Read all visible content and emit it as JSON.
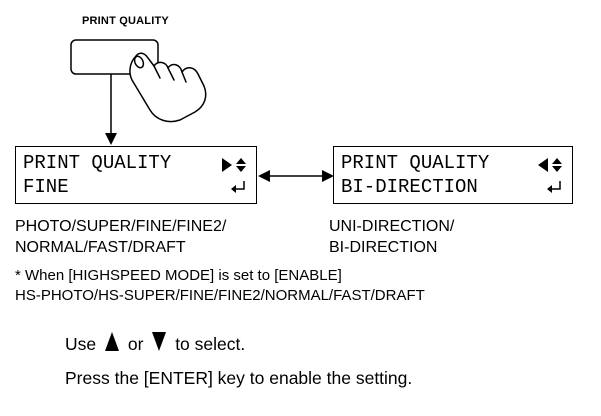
{
  "button": {
    "label": "PRINT QUALITY"
  },
  "left_display": {
    "line1": "PRINT QUALITY",
    "line2": "FINE",
    "nav_icon": "right-updown-arrows-icon",
    "enter_icon": "enter-icon"
  },
  "right_display": {
    "line1": "PRINT QUALITY",
    "line2": "BI-DIRECTION",
    "nav_icon": "left-updown-arrows-icon",
    "enter_icon": "enter-icon"
  },
  "left_options": {
    "line1": "PHOTO/SUPER/FINE/FINE2/",
    "line2": "NORMAL/FAST/DRAFT"
  },
  "right_options": {
    "line1": "UNI-DIRECTION/",
    "line2": "BI-DIRECTION"
  },
  "note": {
    "line1": "* When [HIGHSPEED MODE] is set to [ENABLE]",
    "line2": "HS-PHOTO/HS-SUPER/FINE/FINE2/NORMAL/FAST/DRAFT"
  },
  "instructions": {
    "use": "Use",
    "or": "or",
    "to_select": "to select.",
    "enter": "Press the [ENTER] key to enable the setting."
  }
}
